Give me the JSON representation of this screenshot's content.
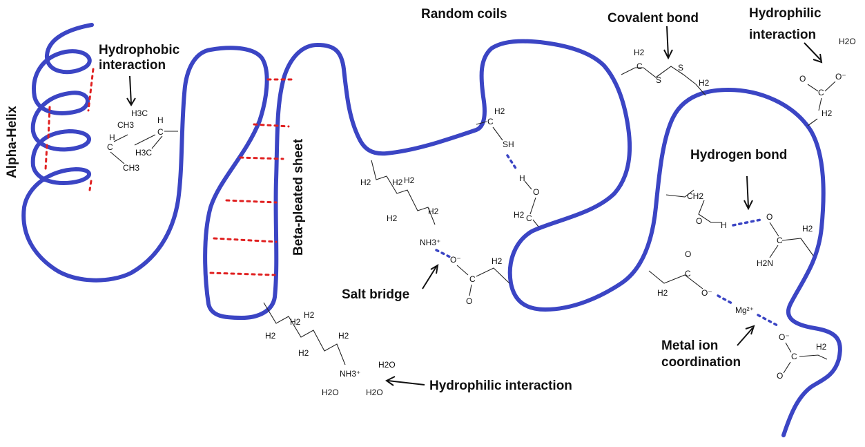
{
  "labels": {
    "alpha_helix": "Alpha-Helix",
    "hydrophobic": "Hydrophobic",
    "interaction": "interaction",
    "beta_sheet": "Beta-pleated sheet",
    "random_coils": "Random coils",
    "covalent_bond": "Covalent bond",
    "hydrophilic": "Hydrophilic",
    "hydrophilic_interaction_lower": "Hydrophilic interaction",
    "hydrogen_bond": "Hydrogen bond",
    "salt_bridge": "Salt bridge",
    "metal_ion": "Metal ion",
    "coordination": "coordination"
  },
  "chem": {
    "h2o": "H2O",
    "ch3": "CH3",
    "h3c": "H3C",
    "h": "H",
    "c": "C",
    "h2": "H2",
    "s": "S",
    "sh": "SH",
    "o": "O",
    "o_minus": "O⁻",
    "nh3_plus": "NH3⁺",
    "ch2": "CH2",
    "h2n": "H2N",
    "mg": "Mg²⁺",
    "oh_h": "H"
  },
  "colors": {
    "protein": "#3b45c4",
    "hbond_red": "#e02020",
    "hbond_blue": "#3b45c4"
  }
}
